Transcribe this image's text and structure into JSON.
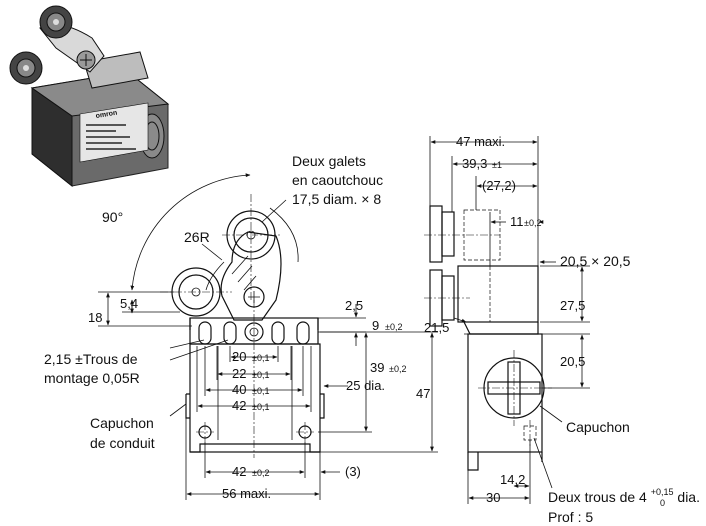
{
  "labels": {
    "rollers_line1": "Deux galets",
    "rollers_line2": "en caoutchouc",
    "rollers_line3": "17,5 diam. × 8",
    "radius": "26R",
    "angle": "90°",
    "mount_holes_line1": "2,15 ±Trous de",
    "mount_holes_line2": "montage 0,05R",
    "conduit_cap_line1": "Capuchon",
    "conduit_cap_line2": "de conduit",
    "side_cap": "Capuchon",
    "rear_holes": "Deux trous de 4",
    "rear_holes_tol_up": "+0,15",
    "rear_holes_tol_down": "0",
    "rear_holes_unit": " dia.",
    "depth": "Prof : 5",
    "logo": "omron"
  },
  "front_dims": {
    "d5_4": "5,4",
    "d18": "18",
    "d2_5": "2,5",
    "d9": "9",
    "d9_tol": "±0,2",
    "d39": "39",
    "d39_tol": "±0,2",
    "d25": "25 dia.",
    "d47": "47",
    "d20": "20",
    "d20_tol": "±0,1",
    "d22": "22",
    "d22_tol": "±0,1",
    "d40": "40",
    "d40_tol": "±0,1",
    "d42": "42",
    "d42_tol": "±0,1",
    "d42b": "42",
    "d42b_tol": "±0,2",
    "d3": "(3)",
    "d56": "56 maxi."
  },
  "side_dims": {
    "d47max": "47 maxi.",
    "d39_3": "39,3",
    "d39_3_tol": "±1",
    "d27_2": "(27,2)",
    "d11": "11",
    "d11_tol": "±0,2",
    "d20_5x": "20,5 × 20,5",
    "d27_5": "27,5",
    "d21_5": "21,5",
    "d20_5": "20,5",
    "d14_2": "14,2",
    "d30": "30"
  }
}
